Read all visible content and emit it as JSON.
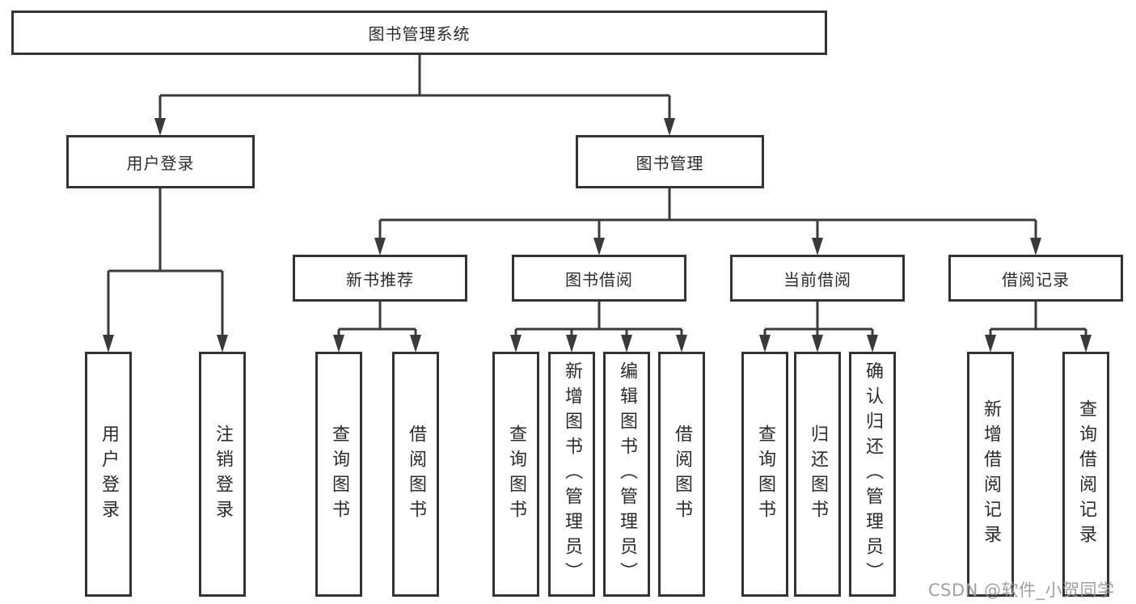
{
  "tree": {
    "root": {
      "label": "图书管理系统"
    },
    "branches": [
      {
        "id": "user-login",
        "label": "用户登录",
        "children": [
          "用户登录",
          "注销登录"
        ]
      },
      {
        "id": "book-management",
        "label": "图书管理",
        "children": [
          {
            "id": "new-book-recommend",
            "label": "新书推荐",
            "children": [
              "查询图书",
              "借阅图书"
            ]
          },
          {
            "id": "book-borrow",
            "label": "图书借阅",
            "children": [
              "查询图书",
              "新增图书（管理员）",
              "编辑图书（管理员）",
              "借阅图书"
            ]
          },
          {
            "id": "current-borrow",
            "label": "当前借阅",
            "children": [
              "查询图书",
              "归还图书",
              "确认归还（管理员）"
            ]
          },
          {
            "id": "borrow-records",
            "label": "借阅记录",
            "children": [
              "新增借阅记录",
              "查询借阅记录"
            ]
          }
        ]
      }
    ]
  },
  "watermark": "CSDN @软件_小贺同学",
  "colors": {
    "background": "#ffffff",
    "box_border": "#333333",
    "box_fill": "#ffffff",
    "line": "#3a3a3a",
    "text": "#2b2b2b",
    "watermark": "#9b9b9b"
  }
}
